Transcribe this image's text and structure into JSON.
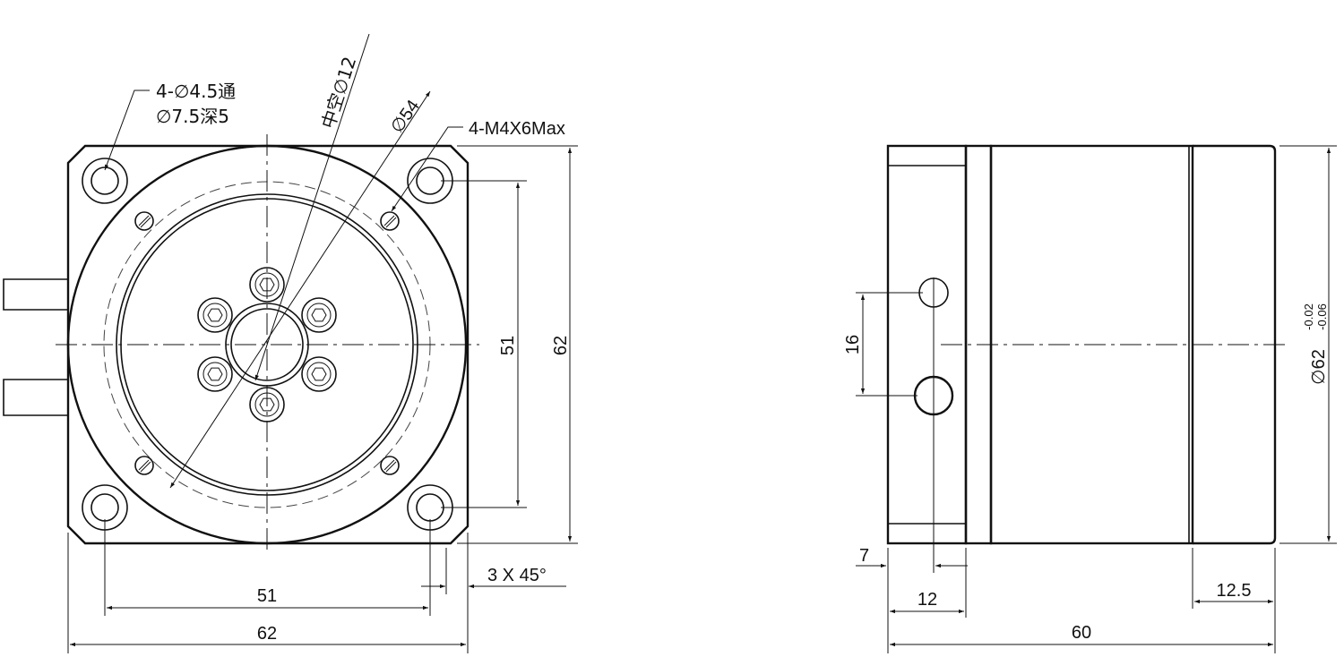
{
  "front_view": {
    "callout_holes_line1": "4-∅4.5通",
    "callout_holes_line2": "∅7.5深5",
    "callout_hollow": "中空∅12",
    "callout_pcd": "∅54",
    "callout_thread": "4-M4X6Max",
    "dim_hole_spacing_vertical": "51",
    "dim_height": "62",
    "dim_hole_spacing_horizontal": "51",
    "dim_width": "62",
    "dim_chamfer": "3 X 45°"
  },
  "side_view": {
    "dim_port_spacing": "16",
    "dim_diameter": "∅62",
    "tol_upper": "-0.02",
    "tol_lower": "-0.06",
    "dim_port_offset": "7",
    "dim_flange": "12",
    "dim_cap": "12.5",
    "dim_length": "60"
  }
}
